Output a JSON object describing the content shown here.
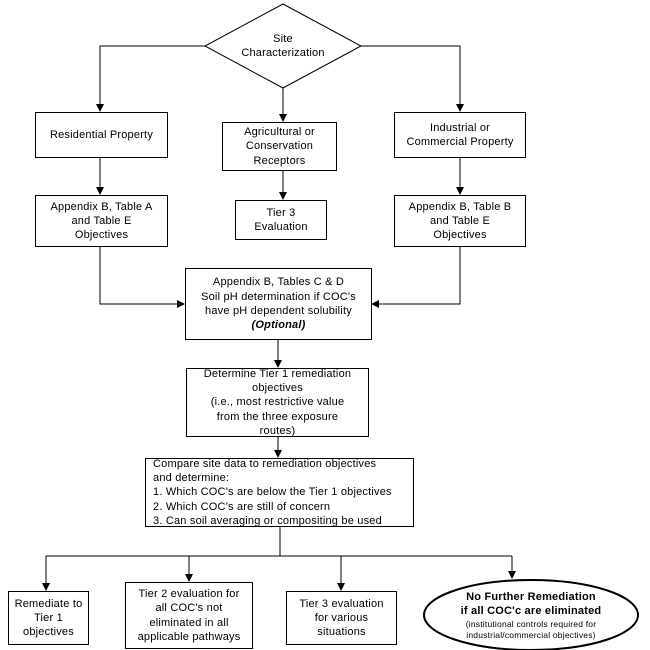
{
  "title": "Site Characterization Flowchart",
  "colors": {
    "line": "#000000",
    "border": "#000000",
    "background": "#ffffff"
  },
  "nodes": {
    "site_characterization": {
      "label": "Site\nCharacterization"
    },
    "residential": {
      "label": "Residential Property"
    },
    "agricultural": {
      "label": "Agricultural or\nConservation\nReceptors"
    },
    "industrial": {
      "label": "Industrial or\nCommercial Property"
    },
    "appendix_a": {
      "label": "Appendix B, Table A\nand Table E\nObjectives"
    },
    "tier3_evaluation": {
      "label": "Tier 3\nEvaluation"
    },
    "appendix_b": {
      "label": "Appendix B, Table B\nand Table E\nObjectives"
    },
    "soil_ph": {
      "label": "Appendix B, Tables C & D\nSoil pH determination if COC's\nhave pH dependent solubility",
      "optional_label": "(Optional)"
    },
    "determine_tier1": {
      "label": "Determine Tier 1 remediation\nobjectives\n(i.e., most restrictive value\nfrom the three exposure\nroutes)"
    },
    "compare": {
      "label": "Compare site data to remediation objectives\nand determine:\n1. Which COC's are below the Tier 1 objectives\n2. Which COC's are still of concern\n3. Can soil averaging or compositing be used"
    },
    "remediate_tier1": {
      "label": "Remediate to\nTier 1\nobjectives"
    },
    "tier2_evaluation": {
      "label": "Tier 2 evaluation for\nall COC's not\neliminated in all\napplicable pathways"
    },
    "tier3_various": {
      "label": "Tier 3 evaluation\nfor various\nsituations"
    },
    "no_further_remediation": {
      "title": "No Further Remediation\nif all COC'c are eliminated",
      "note": "(institutional controls required for\nindustrial/commercial objectives)"
    }
  }
}
